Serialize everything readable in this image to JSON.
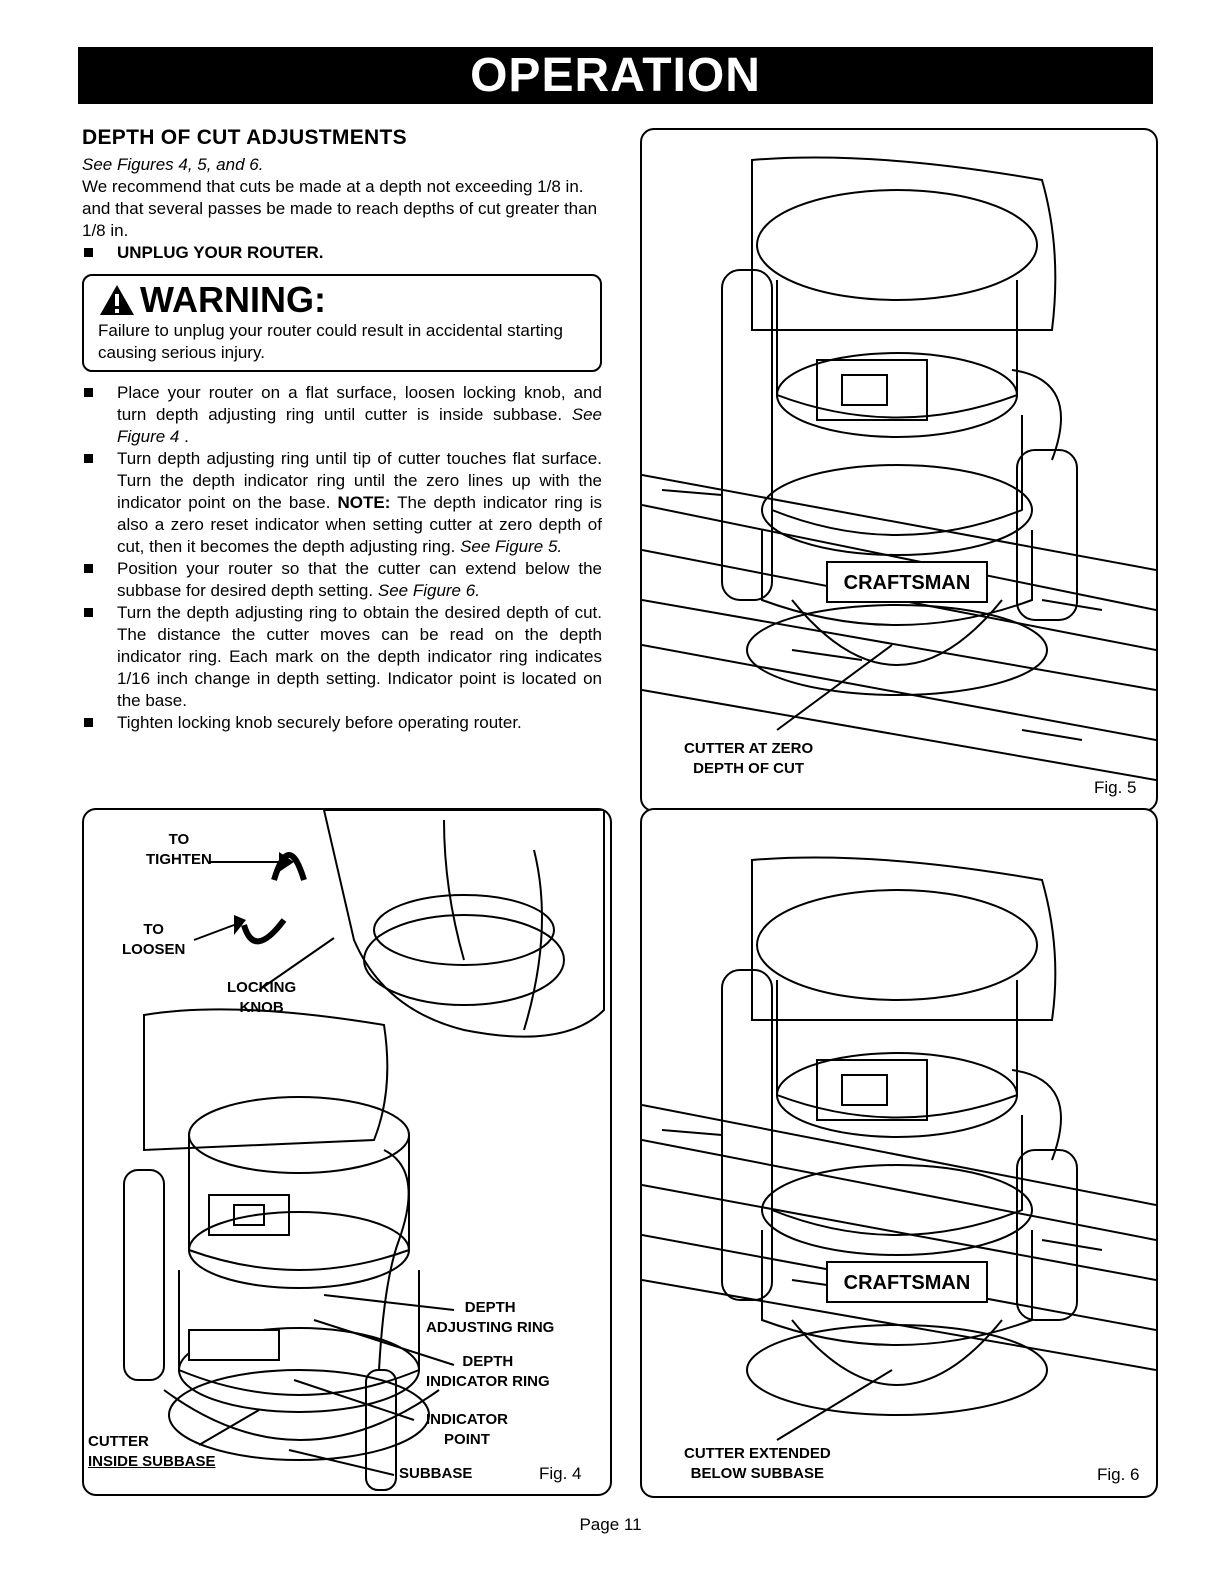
{
  "banner": {
    "title": "OPERATION"
  },
  "section": {
    "title": "DEPTH OF CUT ADJUSTMENTS",
    "see_figures": "See Figures 4, 5, and 6.",
    "intro": "We recommend that cuts be made at a depth not exceeding 1/8 in. and that several passes be made to reach depths of cut greater than 1/8 in.",
    "unplug": "UNPLUG YOUR ROUTER."
  },
  "warning": {
    "label": "WARNING:",
    "text": "Failure to unplug your router could result in accidental starting causing serious injury."
  },
  "steps": [
    {
      "text": "Place your router on a flat surface, loosen locking knob, and turn depth adjusting ring until cutter is inside subbase.",
      "ref": "See Figure 4"
    },
    {
      "text": "Turn depth adjusting ring until tip of cutter touches flat surface. Turn the depth indicator ring until the zero lines up with the indicator point on the base.",
      "note_label": "NOTE:",
      "note": "The depth indicator ring is also a zero reset indicator when setting cutter at zero depth of cut, then it becomes the depth adjusting ring.",
      "ref": "See Figure 5."
    },
    {
      "text": "Position your router so that the cutter can extend below the subbase for desired depth setting.",
      "ref": "See Figure 6."
    },
    {
      "text": "Turn the depth adjusting ring to obtain the desired depth of cut. The distance the cutter moves can be read on the depth indicator ring. Each mark on the depth indicator ring indicates 1/16 inch change in depth setting. Indicator point is located on the base."
    },
    {
      "text": "Tighten locking knob securely before operating router."
    }
  ],
  "fig4": {
    "label": "Fig. 4",
    "callouts": {
      "to_tighten_1": "TO",
      "to_tighten_2": "TIGHTEN",
      "to_loosen_1": "TO",
      "to_loosen_2": "LOOSEN",
      "locking_knob_1": "LOCKING",
      "locking_knob_2": "KNOB",
      "depth_adj_1": "DEPTH",
      "depth_adj_2": "ADJUSTING RING",
      "depth_ind_1": "DEPTH",
      "depth_ind_2": "INDICATOR RING",
      "ind_point_1": "INDICATOR",
      "ind_point_2": "POINT",
      "cutter_1": "CUTTER",
      "cutter_2": "INSIDE SUBBASE",
      "subbase": "SUBBASE"
    }
  },
  "fig5": {
    "label": "Fig. 5",
    "callout_1": "CUTTER AT ZERO",
    "callout_2": "DEPTH OF CUT",
    "brand": "CRAFTSMAN"
  },
  "fig6": {
    "label": "Fig. 6",
    "callout_1": "CUTTER EXTENDED",
    "callout_2": "BELOW SUBBASE",
    "brand": "CRAFTSMAN"
  },
  "footer": {
    "page": "Page 11"
  }
}
